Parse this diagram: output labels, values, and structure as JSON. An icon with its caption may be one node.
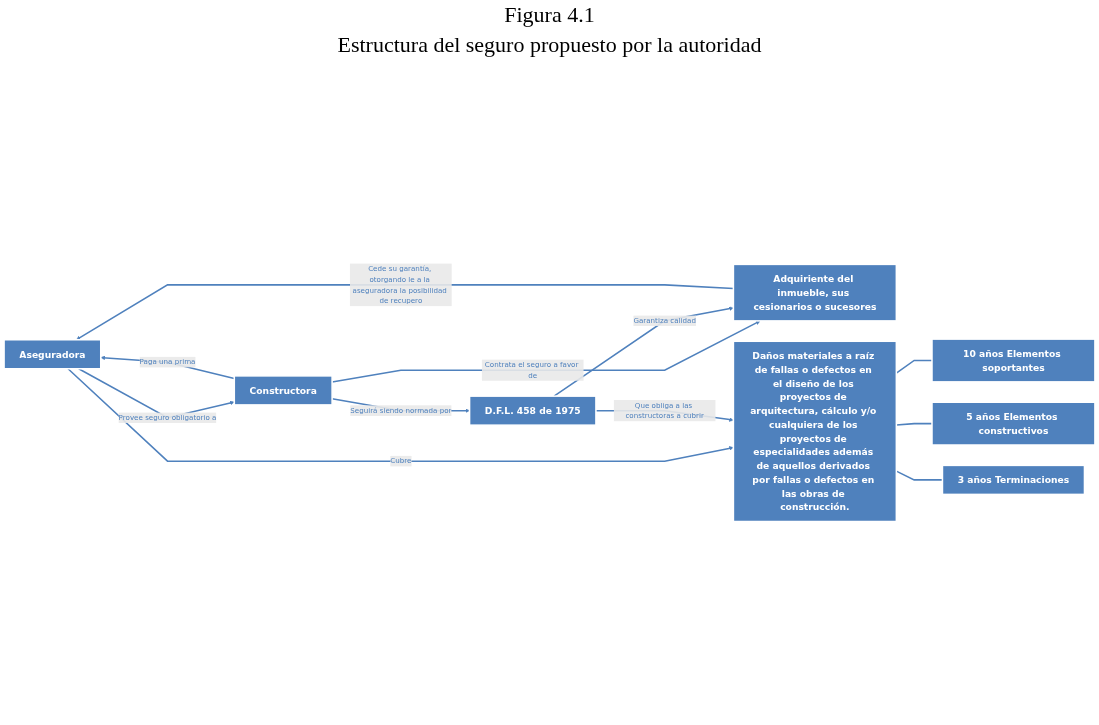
{
  "diagram": {
    "title": "Figura 4.1",
    "caption": "Estructura del seguro propuesto por la autoridad",
    "nodes": [
      {
        "text": [
          "Aseguradora"
        ]
      },
      {
        "text": [
          "Adquiriente del inmueble, sus cesionarios o sucesores"
        ]
      },
      {
        "text": [
          "Constructora"
        ]
      },
      {
        "text": [
          "D.F.L. 458 de 1975"
        ]
      },
      {
        "text": [
          "Daños materiales a raíz de fallas o defectos en el diseño de los proyectos de arquitectura, cálculo y/o cualquiera de los proyectos de especialidades además de aquellos derivados por fallas o defectos en las obras de construcción."
        ]
      },
      {
        "text": [
          "10 años Elementos soportantes"
        ]
      },
      {
        "text": [
          "5 años Elementos constructivos"
        ]
      },
      {
        "text": [
          "3 años Terminaciones"
        ]
      }
    ],
    "edges": [
      {
        "from": 0,
        "to": 4,
        "arrow": "to",
        "label": "Cubre"
      },
      {
        "from": 1,
        "to": 0,
        "arrow": "to",
        "label": "Cede su garantía, otorgando le a la aseguradora la posibilidad de recupero"
      },
      {
        "from": 0,
        "to": 2,
        "arrow": "to",
        "label": "Provee seguro obligatorio a"
      },
      {
        "from": 2,
        "to": 0,
        "arrow": "to",
        "label": "Paga una prima"
      },
      {
        "from": 2,
        "to": 1,
        "arrow": "to",
        "label": "Contrata el seguro a favor de"
      },
      {
        "from": 2,
        "to": 3,
        "arrow": "to",
        "label": "Seguirá siendo normada por"
      },
      {
        "from": 3,
        "to": 1,
        "arrow": "to",
        "label": "Garantiza calidad"
      },
      {
        "from": 3,
        "to": 4,
        "arrow": "to",
        "label": "Que obliga a las constructoras a cubrir"
      },
      {
        "from": 4,
        "to": 5,
        "arrow": "none"
      },
      {
        "from": 4,
        "to": 6,
        "arrow": "none"
      },
      {
        "from": 4,
        "to": 7,
        "arrow": "none"
      }
    ]
  }
}
